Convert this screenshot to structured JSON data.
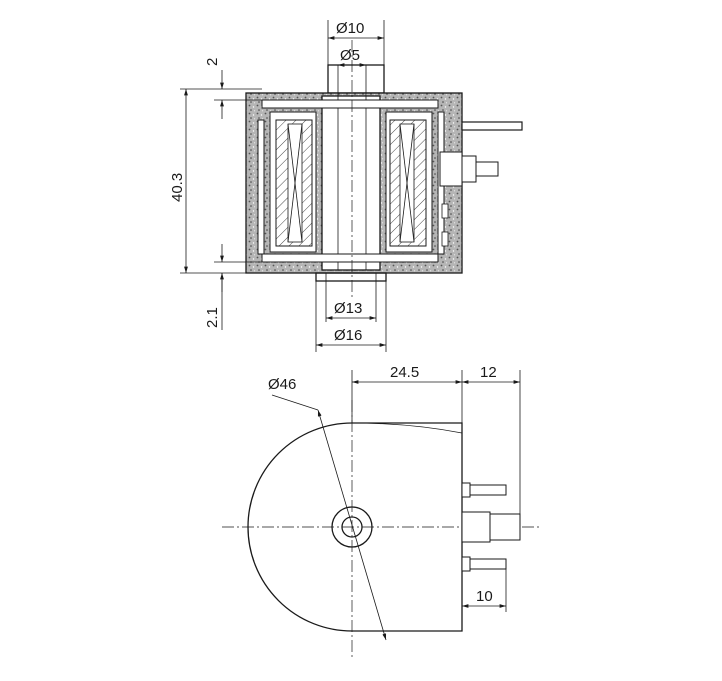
{
  "dimensions": {
    "d10": "Ø10",
    "d5": "Ø5",
    "top_gap": "2",
    "height": "40.3",
    "bottom_gap": "2.1",
    "d13": "Ø13",
    "d16": "Ø16",
    "d46": "Ø46",
    "width_body": "24.5",
    "width_terminal": "12",
    "terminal_width": "10"
  }
}
